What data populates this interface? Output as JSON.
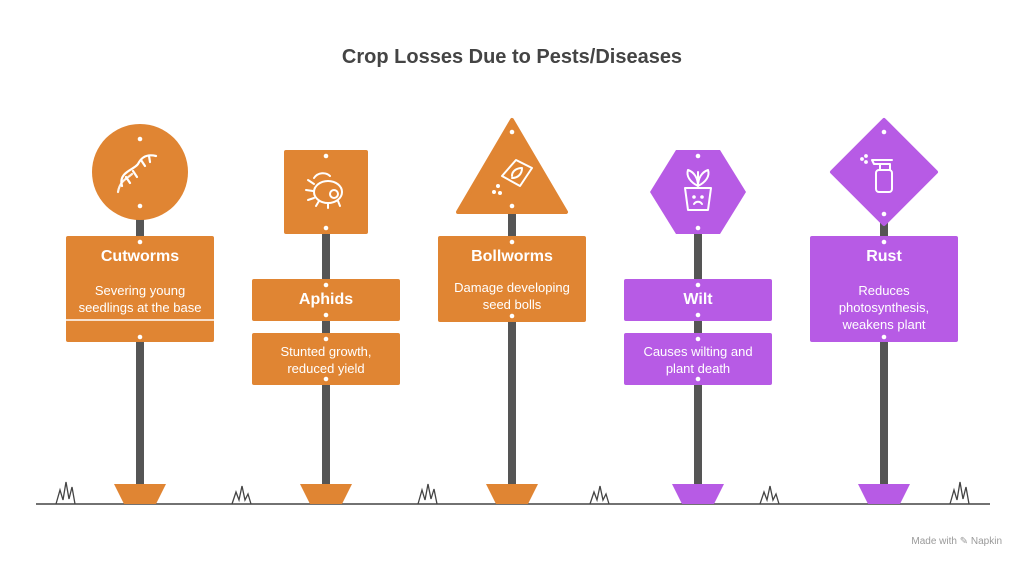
{
  "title": "Crop Losses Due to Pests/Diseases",
  "colors": {
    "pest": "#E08533",
    "disease": "#B75BE5",
    "pole": "#555555",
    "ground": "#444444"
  },
  "signs": [
    {
      "label": "Cutworms",
      "description": "Severing young seedlings at the base",
      "category": "pest",
      "icon": "worm-icon"
    },
    {
      "label": "Aphids",
      "description": "Stunted growth, reduced yield",
      "category": "pest",
      "icon": "aphid-icon"
    },
    {
      "label": "Bollworms",
      "description": "Damage developing seed bolls",
      "category": "pest",
      "icon": "seed-bag-icon"
    },
    {
      "label": "Wilt",
      "description": "Causes wilting and plant death",
      "category": "disease",
      "icon": "wilted-plant-icon"
    },
    {
      "label": "Rust",
      "description": "Reduces photosynthesis, weakens plant",
      "category": "disease",
      "icon": "spray-bottle-icon"
    }
  ],
  "watermark": "Made with ✎ Napkin"
}
